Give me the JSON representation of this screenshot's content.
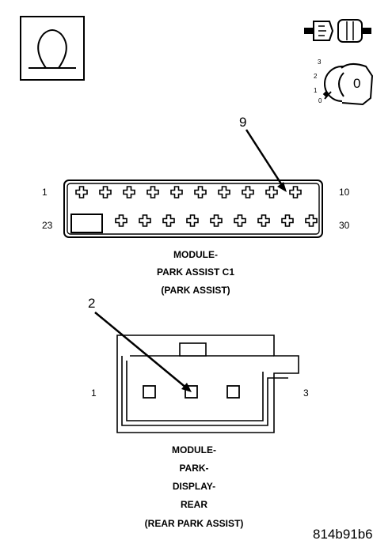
{
  "ignition_key": {
    "positions": [
      "0",
      "1",
      "2",
      "3"
    ],
    "current": "0"
  },
  "callouts": {
    "c1_pin": "9",
    "rear_pin": "2"
  },
  "connector_c1": {
    "pin_top_left": "1",
    "pin_top_right": "10",
    "pin_bottom_left": "23",
    "pin_bottom_right": "30",
    "label_lines": [
      "MODULE-",
      "PARK ASSIST C1",
      "(PARK ASSIST)"
    ]
  },
  "connector_rear": {
    "pin_left": "1",
    "pin_right": "3",
    "label_lines": [
      "MODULE-",
      "PARK-",
      "DISPLAY-",
      "REAR",
      "(REAR PARK ASSIST)"
    ]
  },
  "figure_code": "814b91b6"
}
